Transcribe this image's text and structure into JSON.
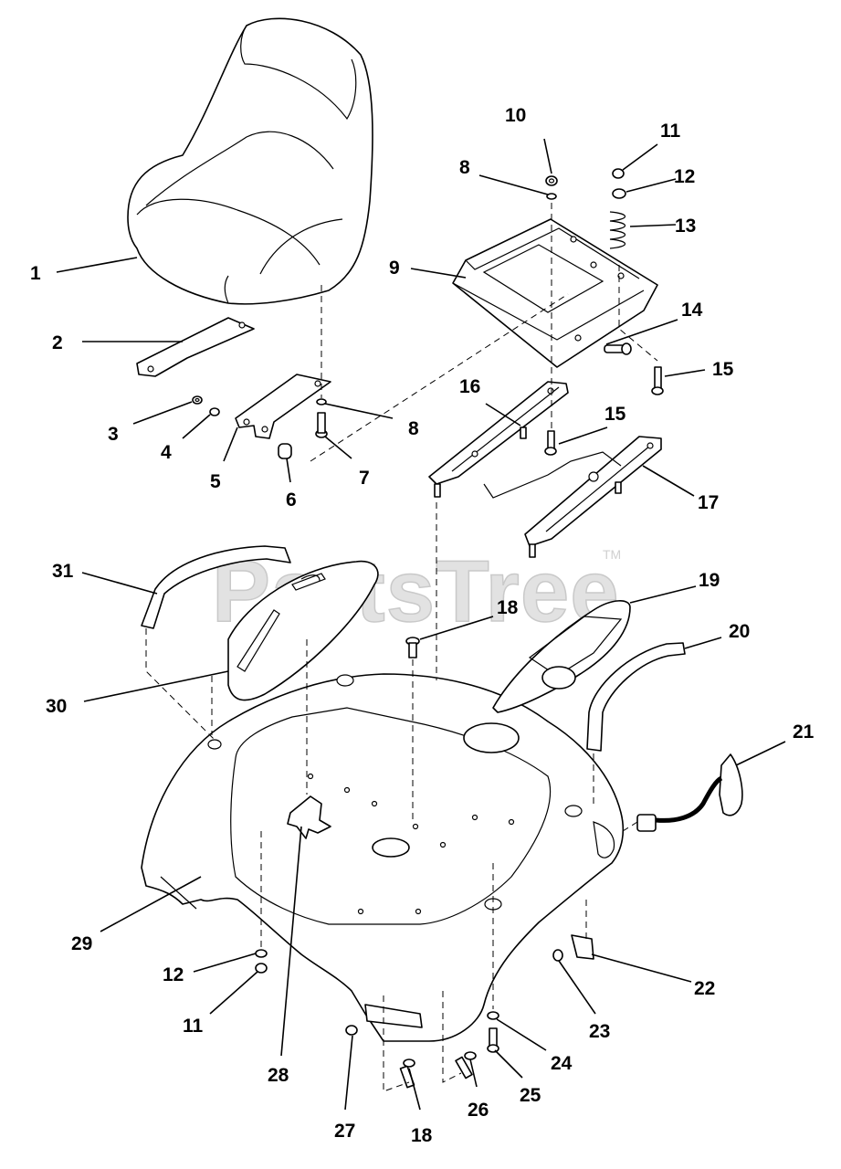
{
  "watermark": {
    "text": "PartsTree",
    "trademark": "TM"
  },
  "labels": {
    "n1": "1",
    "n2": "2",
    "n3": "3",
    "n4": "4",
    "n5": "5",
    "n6": "6",
    "n7": "7",
    "n8a": "8",
    "n8b": "8",
    "n9": "9",
    "n10": "10",
    "n11a": "11",
    "n11b": "11",
    "n12a": "12",
    "n12b": "12",
    "n13": "13",
    "n14": "14",
    "n15a": "15",
    "n15b": "15",
    "n16": "16",
    "n17": "17",
    "n18a": "18",
    "n18b": "18",
    "n19": "19",
    "n20": "20",
    "n21": "21",
    "n22": "22",
    "n23": "23",
    "n24": "24",
    "n25": "25",
    "n26": "26",
    "n27": "27",
    "n28": "28",
    "n29": "29",
    "n30": "30",
    "n31": "31"
  },
  "colors": {
    "line": "#000000",
    "background": "#ffffff",
    "watermark": "#e2e2e2"
  }
}
